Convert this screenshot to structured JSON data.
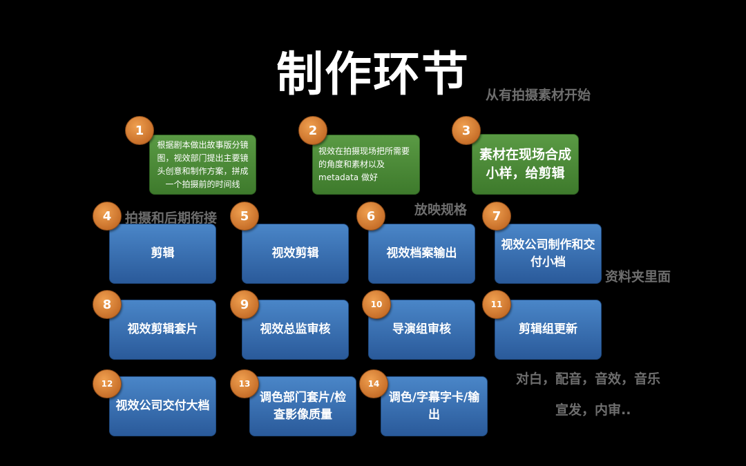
{
  "title": "制作环节",
  "notes": {
    "n1": "从有拍摄素材开始",
    "n2": "拍摄和后期衔接",
    "n3": "放映规格",
    "n4": "资料夹里面",
    "n5": "对白，配音，音效，音乐",
    "n6": "宣发，内审.."
  },
  "steps": [
    {
      "num": "1",
      "text": "根据剧本做出故事版分镜图，视效部门提出主要镜头创意和制作方案，拼成一个拍摄前的时间线"
    },
    {
      "num": "2",
      "text": "视效在拍摄现场把所需要的角度和素材以及metadata 做好"
    },
    {
      "num": "3",
      "text": "素材在现场合成小样，给剪辑"
    },
    {
      "num": "4",
      "text": "剪辑"
    },
    {
      "num": "5",
      "text": "视效剪辑"
    },
    {
      "num": "6",
      "text": "视效档案输出"
    },
    {
      "num": "7",
      "text": "视效公司制作和交付小档"
    },
    {
      "num": "8",
      "text": "视效剪辑套片"
    },
    {
      "num": "9",
      "text": "视效总监审核"
    },
    {
      "num": "10",
      "text": "导演组审核"
    },
    {
      "num": "11",
      "text": "剪辑组更新"
    },
    {
      "num": "12",
      "text": "视效公司交付大档"
    },
    {
      "num": "13",
      "text": "调色部门套片/检查影像质量"
    },
    {
      "num": "14",
      "text": "调色/字幕字卡/输出"
    }
  ]
}
